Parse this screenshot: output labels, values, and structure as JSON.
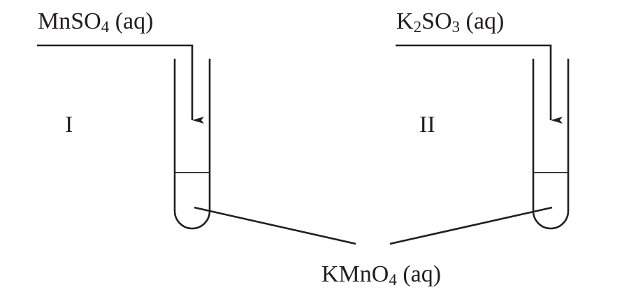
{
  "reagents": {
    "tube_1_added": {
      "base": "MnSO",
      "subscript": "4",
      "suffix": " (aq)"
    },
    "tube_2_added": {
      "prefix": "K",
      "subscript_1": "2",
      "middle": "SO",
      "subscript_2": "3",
      "suffix": " (aq)"
    },
    "tube_contents": {
      "base": "KMnO",
      "subscript": "4",
      "suffix": " (aq)"
    }
  },
  "tubes": {
    "tube_1_label": "I",
    "tube_2_label": "II"
  },
  "colors": {
    "ink": "#231f20",
    "background": "#ffffff"
  }
}
